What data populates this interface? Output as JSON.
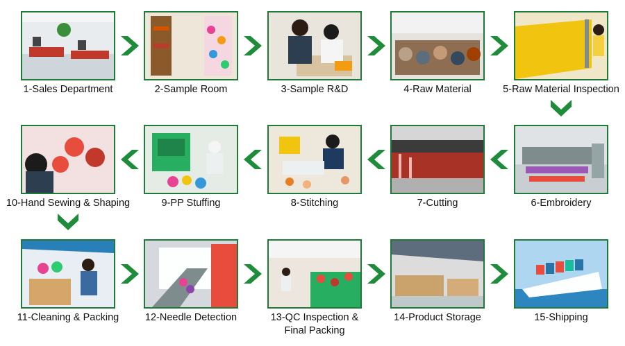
{
  "steps": [
    {
      "label": "1-Sales Department",
      "scene": "office",
      "accent": "#c0392b"
    },
    {
      "label": "2-Sample Room",
      "scene": "shelves",
      "accent": "#d35400"
    },
    {
      "label": "3-Sample R&D",
      "scene": "people",
      "accent": "#2c3e50"
    },
    {
      "label": "4-Raw Material",
      "scene": "rolls",
      "accent": "#8e6e53"
    },
    {
      "label": "5-Raw Material  Inspection",
      "scene": "yellow-fabric",
      "accent": "#f1c40f"
    },
    {
      "label": "6-Embroidery",
      "scene": "machines",
      "accent": "#7f8c8d"
    },
    {
      "label": "7-Cutting",
      "scene": "cutter",
      "accent": "#c0392b"
    },
    {
      "label": "8-Stitching",
      "scene": "sewing",
      "accent": "#e67e22"
    },
    {
      "label": "9-PP Stuffing",
      "scene": "stuffing",
      "accent": "#27ae60"
    },
    {
      "label": "10-Hand Sewing & Shaping",
      "scene": "red-toys",
      "accent": "#e74c3c"
    },
    {
      "label": "11-Cleaning  & Packing",
      "scene": "boxes",
      "accent": "#2980b9"
    },
    {
      "label": "12-Needle Detection",
      "scene": "detector",
      "accent": "#e74c3c"
    },
    {
      "label": "13-QC Inspection &\nFinal Packing",
      "scene": "workshop",
      "accent": "#c0392b"
    },
    {
      "label": "14-Product Storage",
      "scene": "warehouse",
      "accent": "#c9a36b"
    },
    {
      "label": "15-Shipping",
      "scene": "ship",
      "accent": "#2e86c1"
    }
  ],
  "colors": {
    "frame": "#1f7a3a",
    "arrow": "#1e8c3a"
  }
}
